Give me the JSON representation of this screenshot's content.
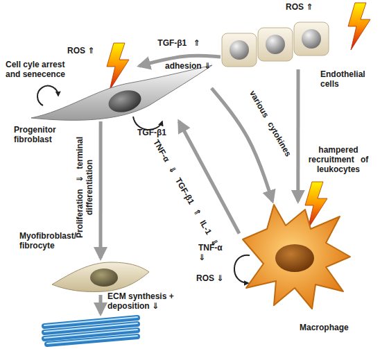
{
  "diagram": {
    "nodes": [
      {
        "text": [
          "Progenitor fibroblast"
        ]
      },
      {
        "text": [
          "Endothelial cells"
        ]
      },
      {
        "text": [
          "Myofibroblast/ fibrocyte"
        ]
      },
      {
        "text": [
          "Macrophage"
        ]
      }
    ],
    "edges": [
      {
        "from": 1,
        "to": 0,
        "label": "TGF-β1 ⇑",
        "arrow": "to"
      },
      {
        "from": 0,
        "to": 2,
        "label": "Proliferation ⇓ terminal differentiation",
        "arrow": "to"
      },
      {
        "from": 0,
        "to": 3,
        "label": "various cytokines",
        "arrow": "to"
      },
      {
        "from": 3,
        "to": 0,
        "label": "TNF-α ⇓ TGF-β1 ⇑ IL-1 ⇓",
        "arrow": "to"
      },
      {
        "from": 1,
        "to": 3,
        "label": "hampered recruitment of leukocytes",
        "arrow": "to"
      }
    ],
    "labels": [
      "ROS ⇑",
      "ROS ⇑",
      "Cell cyle arrest and senecence",
      "adhesion ⇓",
      "TGF-β1",
      "TNF-α ⇓",
      "ROS ⇓",
      "ECM synthesis + deposition ⇓"
    ]
  }
}
